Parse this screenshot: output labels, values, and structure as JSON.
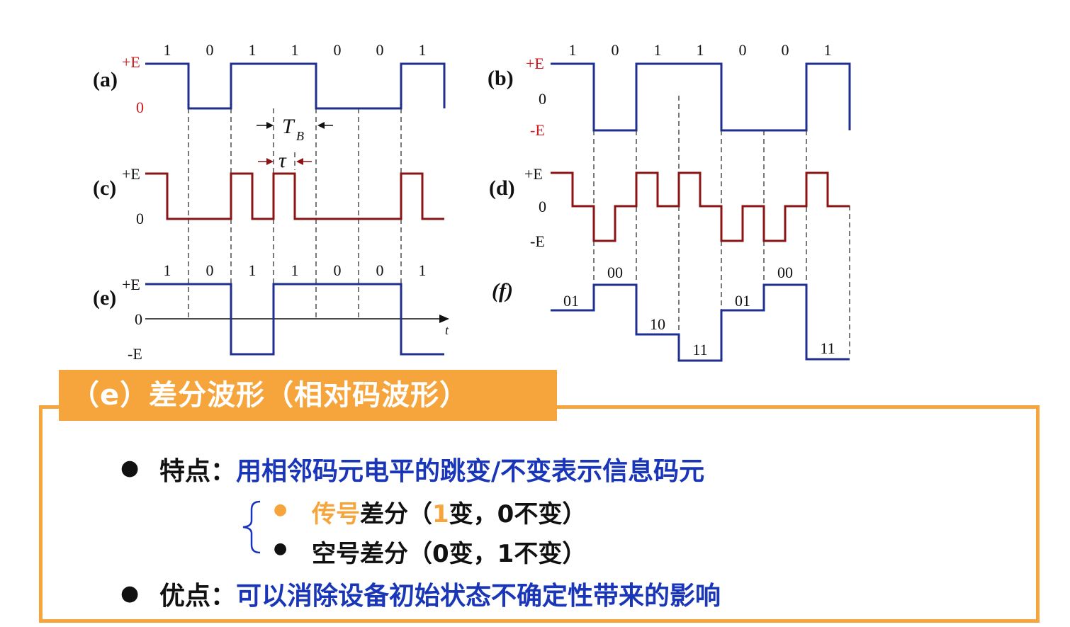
{
  "diagram": {
    "bits": [
      "1",
      "0",
      "1",
      "1",
      "0",
      "0",
      "1"
    ],
    "panels": {
      "a": {
        "label": "(a)",
        "levels": [
          "+E",
          "0"
        ]
      },
      "b": {
        "label": "(b)",
        "levels": [
          "+E",
          "0",
          "-E"
        ]
      },
      "c": {
        "label": "(c)",
        "levels": [
          "+E",
          "0"
        ]
      },
      "d": {
        "label": "(d)",
        "levels": [
          "+E",
          "0",
          "-E"
        ]
      },
      "e": {
        "label": "(e)",
        "levels": [
          "+E",
          "0",
          "-E"
        ],
        "axis": "t"
      },
      "f": {
        "label": "(f)",
        "codes": [
          "01",
          "00",
          "10",
          "11",
          "01",
          "00",
          "11"
        ]
      }
    },
    "tb_label": "T",
    "tb_sub": "B",
    "tau_label": "τ",
    "colors": {
      "blue": "#1f2f8f",
      "darkred": "#8b1414",
      "red": "#d0171d"
    }
  },
  "section": {
    "title": "（e）差分波形（相对码波形）",
    "accent": "#f5a53c",
    "feature_label": "特点：",
    "feature_text": "用相邻码元电平的跳变/不变表示信息码元",
    "sub1_a": "传号",
    "sub1_b": "差分",
    "sub1_c": "（",
    "sub1_d": "1",
    "sub1_e": "变，0不变）",
    "sub2": "空号差分（0变，1不变）",
    "adv_label": "优点：",
    "adv_text": "可以消除设备初始状态不确定性带来的影响"
  }
}
